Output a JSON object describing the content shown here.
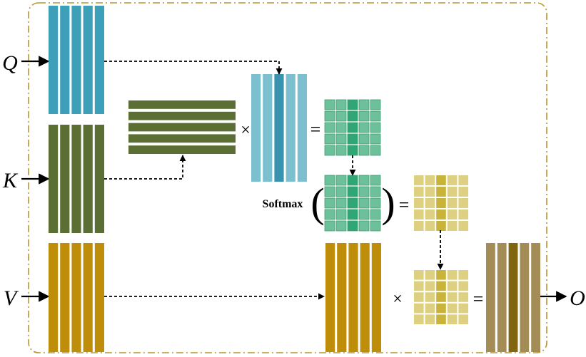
{
  "labels": {
    "q": "Q",
    "k": "K",
    "v": "V",
    "o": "O"
  },
  "operators": {
    "times": "×",
    "equals": "="
  },
  "softmax": {
    "label": "Softmax",
    "open_paren": "(",
    "close_paren": ")"
  },
  "colors": {
    "frame": "#B8962E",
    "query": "#3DA0B8",
    "query_transposed": "#7CC0CF",
    "query_transposed_highlight": "#3A93AE",
    "key": "#5B6E33",
    "value": "#BE8E0A",
    "scores_cell": "#6CC09A",
    "scores_highlight": "#2FA676",
    "weights_cell": "#DDD181",
    "weights_highlight": "#C9B43A",
    "output": "#A38C55",
    "output_highlight": "#826511",
    "arrow": "#000000"
  }
}
